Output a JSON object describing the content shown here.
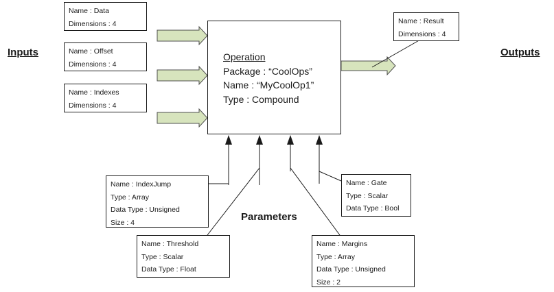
{
  "headings": {
    "inputs": "Inputs",
    "outputs": "Outputs",
    "parameters": "Parameters"
  },
  "operation": {
    "title": "Operation",
    "package": "Package : “CoolOps”",
    "name": "Name : “MyCoolOp1”",
    "type": "Type : Compound"
  },
  "inputs": [
    {
      "name": "Name : Data",
      "dimensions": "Dimensions : 4"
    },
    {
      "name": "Name : Offset",
      "dimensions": "Dimensions : 4"
    },
    {
      "name": "Name : Indexes",
      "dimensions": "Dimensions : 4"
    }
  ],
  "output": {
    "name": "Name : Result",
    "dimensions": "Dimensions : 4"
  },
  "parameters": {
    "index_jump": {
      "name": "Name : IndexJump",
      "type": "Type : Array",
      "data_type": "Data Type : Unsigned",
      "size": "Size : 4"
    },
    "threshold": {
      "name": "Name : Threshold",
      "type": "Type : Scalar",
      "data_type": "Data Type : Float"
    },
    "margins": {
      "name": "Name : Margins",
      "type": "Type : Array",
      "data_type": "Data Type : Unsigned",
      "size": "Size : 2"
    },
    "gate": {
      "name": "Name : Gate",
      "type": "Type : Scalar",
      "data_type": "Data Type : Bool"
    }
  },
  "colors": {
    "arrow_fill": "#d7e4bd",
    "arrow_stroke": "#4f4f4f",
    "line": "#1a1a1a"
  }
}
